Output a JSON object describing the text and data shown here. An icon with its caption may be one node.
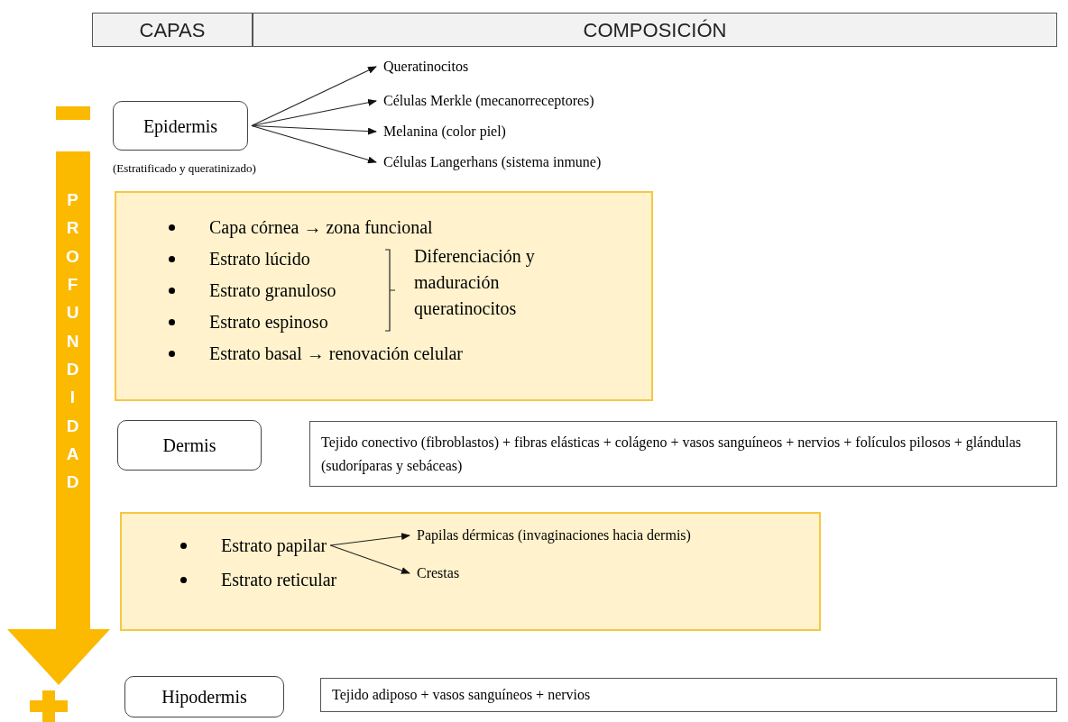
{
  "diagram": {
    "nodes": [
      {
        "text": [
          "CAPAS"
        ]
      },
      {
        "text": [
          "COMPOSICIÓN"
        ]
      },
      {
        "text": [
          "Epidermis"
        ]
      },
      {
        "text": [
          "Queratinocitos"
        ]
      },
      {
        "text": [
          "Células Merkle (mecanorreceptores)"
        ]
      },
      {
        "text": [
          "Melanina (color piel)"
        ]
      },
      {
        "text": [
          "Células Langerhans (sistema inmune)"
        ]
      },
      {
        "text": [
          "Capa córnea → zona funcional",
          "Estrato lúcido",
          "Estrato granuloso",
          "Estrato espinoso",
          "Estrato basal → renovación celular",
          "Diferenciación y maduración queratinocitos"
        ]
      },
      {
        "text": [
          "Dermis"
        ]
      },
      {
        "text": [
          "Tejido conectivo (fibroblastos) + fibras elásticas + colágeno + vasos sanguíneos + nervios + folículos pilosos + glándulas (sudoríparas y sebáceas)"
        ]
      },
      {
        "text": [],
        "shape": "box"
      },
      {
        "text": [
          "Estrato papilar"
        ],
        "in": 10
      },
      {
        "text": [
          "Estrato reticular"
        ],
        "in": 10
      },
      {
        "text": [
          "Papilas dérmicas (invaginaciones hacia dermis)"
        ],
        "in": 10
      },
      {
        "text": [
          "Crestas"
        ],
        "in": 10
      },
      {
        "text": [
          "Hipodermis"
        ]
      },
      {
        "text": [
          "Tejido adiposo + vasos sanguíneos + nervios"
        ]
      },
      {
        "text": [
          "PROFUNDIDAD"
        ]
      }
    ],
    "edges": [
      {
        "from": 2,
        "to": 3,
        "arrow": "to"
      },
      {
        "from": 2,
        "to": 4,
        "arrow": "to"
      },
      {
        "from": 2,
        "to": 5,
        "arrow": "to"
      },
      {
        "from": 2,
        "to": 6,
        "arrow": "to"
      },
      {
        "from": 11,
        "to": 13,
        "arrow": "to"
      },
      {
        "from": 11,
        "to": 14,
        "arrow": "to"
      }
    ],
    "labels": [
      "(Estratificado y queratinizado)"
    ]
  }
}
